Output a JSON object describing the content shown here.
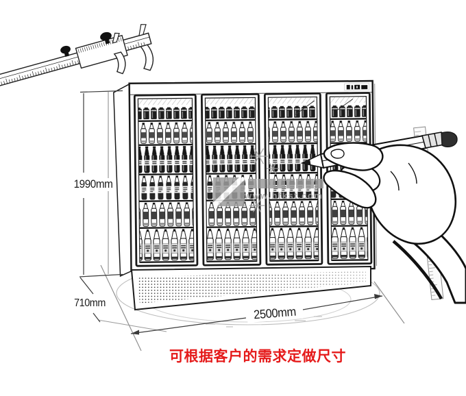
{
  "illustration": {
    "caption": "可根据客户的需求定做尺寸",
    "caption_color": "#e51a1a",
    "ink_color": "#1b1b1b",
    "dimensions": {
      "height": "1990mm",
      "depth": "710mm",
      "width": "2500mm"
    },
    "watermark_url": "www.hfkst.com"
  }
}
